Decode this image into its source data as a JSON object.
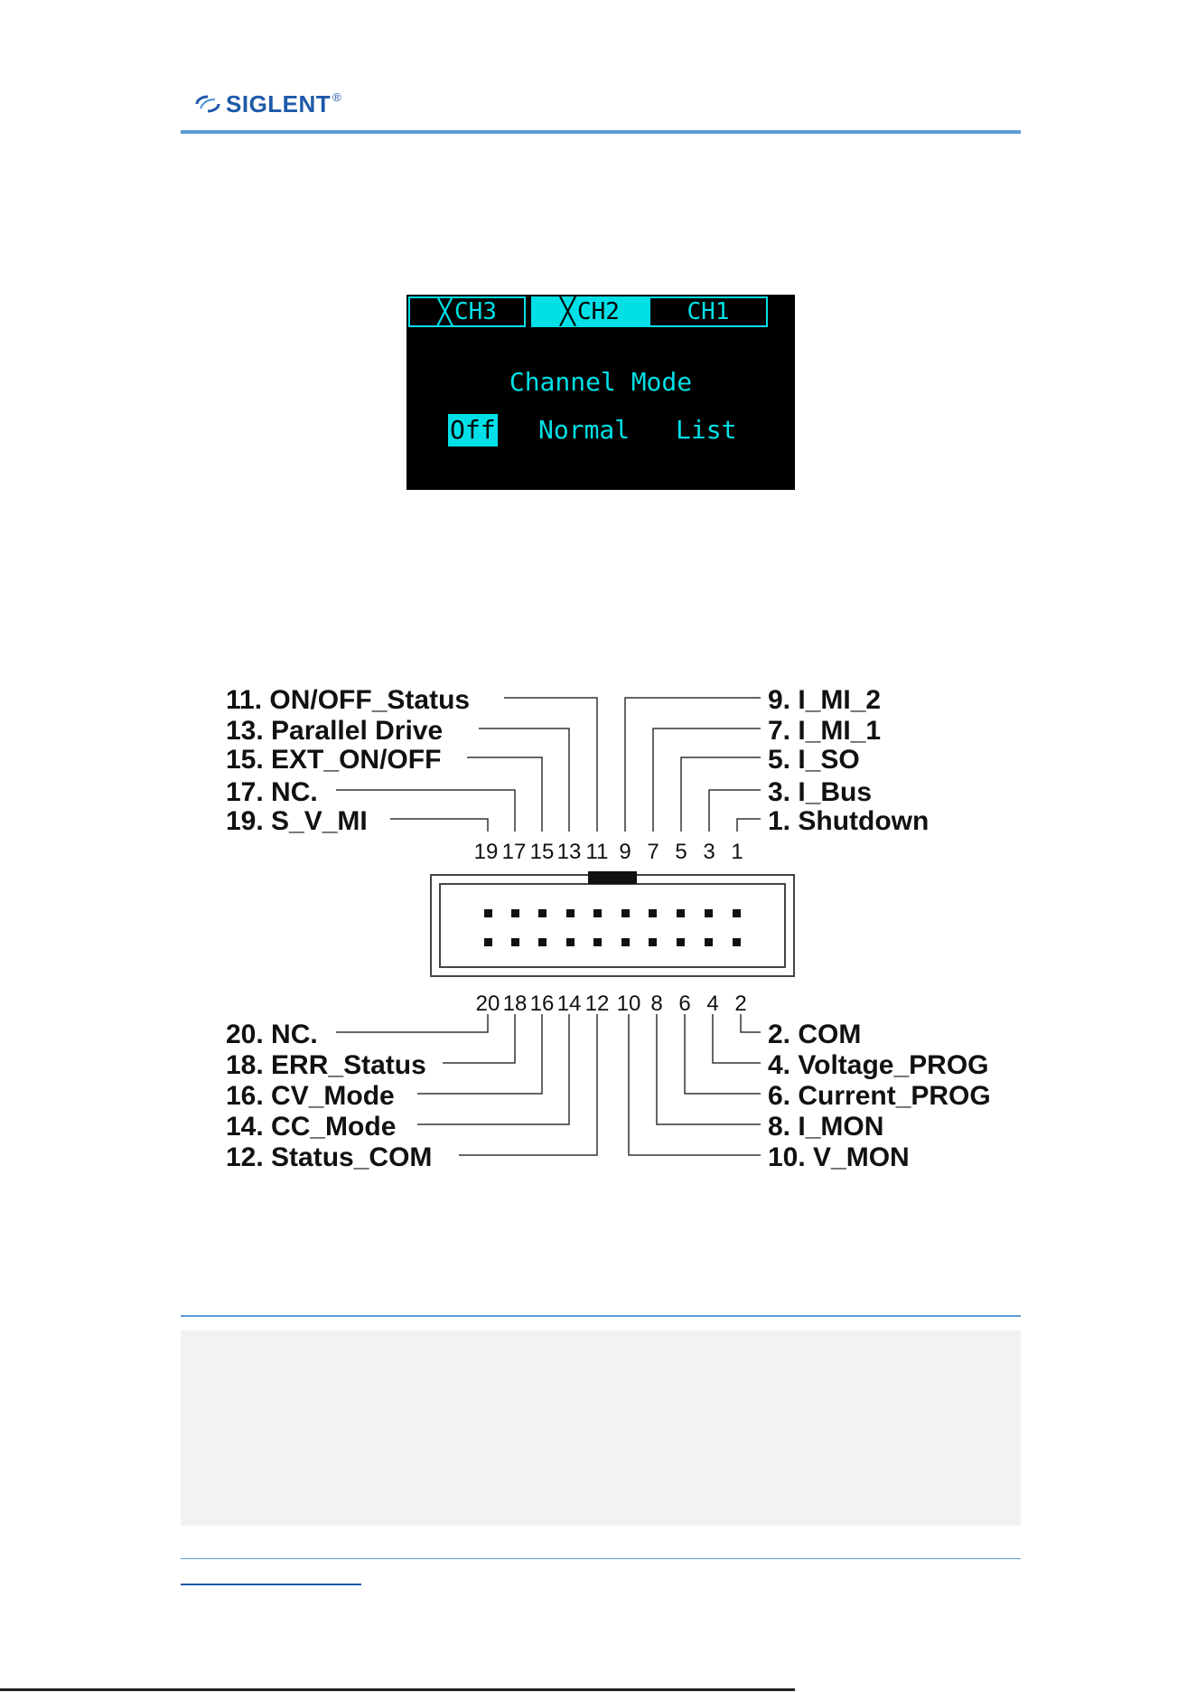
{
  "header": {
    "brand": "SIGLENT",
    "reg_mark": "®"
  },
  "lcd": {
    "tabs": [
      {
        "label": "CH3",
        "disabled_mark": "╳",
        "active": false
      },
      {
        "label": "CH2",
        "disabled_mark": "╳",
        "active": true
      },
      {
        "label": "CH1",
        "disabled_mark": "",
        "active": false
      }
    ],
    "title": "Channel Mode",
    "options": [
      {
        "label": "Off",
        "selected": true
      },
      {
        "label": "Normal",
        "selected": false
      },
      {
        "label": "List",
        "selected": false
      }
    ],
    "colors": {
      "background": "#000000",
      "accent": "#00e0e6"
    }
  },
  "connector": {
    "top_numbers": [
      "19",
      "17",
      "15",
      "13",
      "11",
      "9",
      "7",
      "5",
      "3",
      "1"
    ],
    "bottom_numbers": [
      "20",
      "18",
      "16",
      "14",
      "12",
      "10",
      "8",
      "6",
      "4",
      "2"
    ],
    "top_left_labels": [
      "11. ON/OFF_Status",
      "13. Parallel Drive",
      "15. EXT_ON/OFF",
      "17. NC.",
      "19. S_V_MI"
    ],
    "top_right_labels": [
      "9. I_MI_2",
      "7. I_MI_1",
      "5. I_SO",
      "3. I_Bus",
      "1. Shutdown"
    ],
    "bottom_left_labels": [
      "20. NC.",
      "18. ERR_Status",
      "16. CV_Mode",
      "14. CC_Mode",
      "12. Status_COM"
    ],
    "bottom_right_labels": [
      "2. COM",
      "4. Voltage_PROG",
      "6. Current_PROG",
      "8. I_MON",
      "10. V_MON"
    ]
  }
}
